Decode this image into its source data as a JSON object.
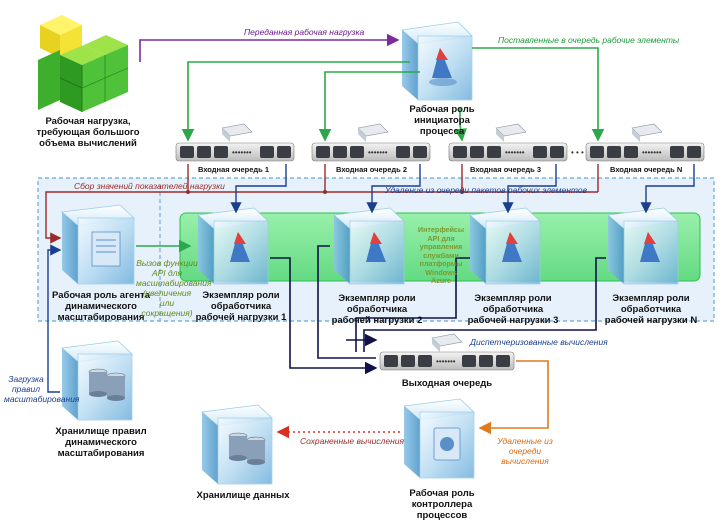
{
  "labels": {
    "workload": "Рабочая нагрузка, требующая большого объема вычислений",
    "initiator": "Рабочая роль инициатора процесса",
    "queue1": "Входная очередь 1",
    "queue2": "Входная очередь 2",
    "queue3": "Входная очередь 3",
    "queueN": "Входная очередь N",
    "scaling_agent": "Рабочая роль агента динамического масштабирования",
    "handler1": "Экземпляр роли обработчика рабочей нагрузки 1",
    "handler2": "Экземпляр роли обработчика рабочей нагрузки 2",
    "handler3": "Экземпляр роли обработчика рабочей нагрузки 3",
    "handlerN": "Экземпляр роли обработчика рабочей нагрузки N",
    "output_queue": "Выходная очередь",
    "rules_store": "Хранилище правил динамического масштабирования",
    "data_store": "Хранилище данных",
    "controller": "Рабочая роль контроллера процессов",
    "azure_api": "Интерфейсы API для управления службами платформы Windows Azure"
  },
  "annotations": {
    "transferred": "Переданная рабочая нагрузка",
    "enqueued": "Поставленные в очередь рабочие элементы",
    "metrics": "Сбор значений показателей нагрузки",
    "dequeue": "Удаление из очереди пакетов рабочих элементов",
    "api_call": "Вызов функции API для масштабирования (увеличения или сокращения)",
    "dispatched": "Диспетчеризованные вычисления",
    "load_rules": "Загрузка правил масштабирования",
    "saved": "Сохраненные вычисления",
    "removed": "Удаленные из очереди вычисления"
  },
  "colors": {
    "purple": "#7a2d9a",
    "green": "#2ca84a",
    "red": "#9b2a2a",
    "blue": "#1a3f8e",
    "orange": "#e07a1a",
    "dark": "#10124a"
  }
}
